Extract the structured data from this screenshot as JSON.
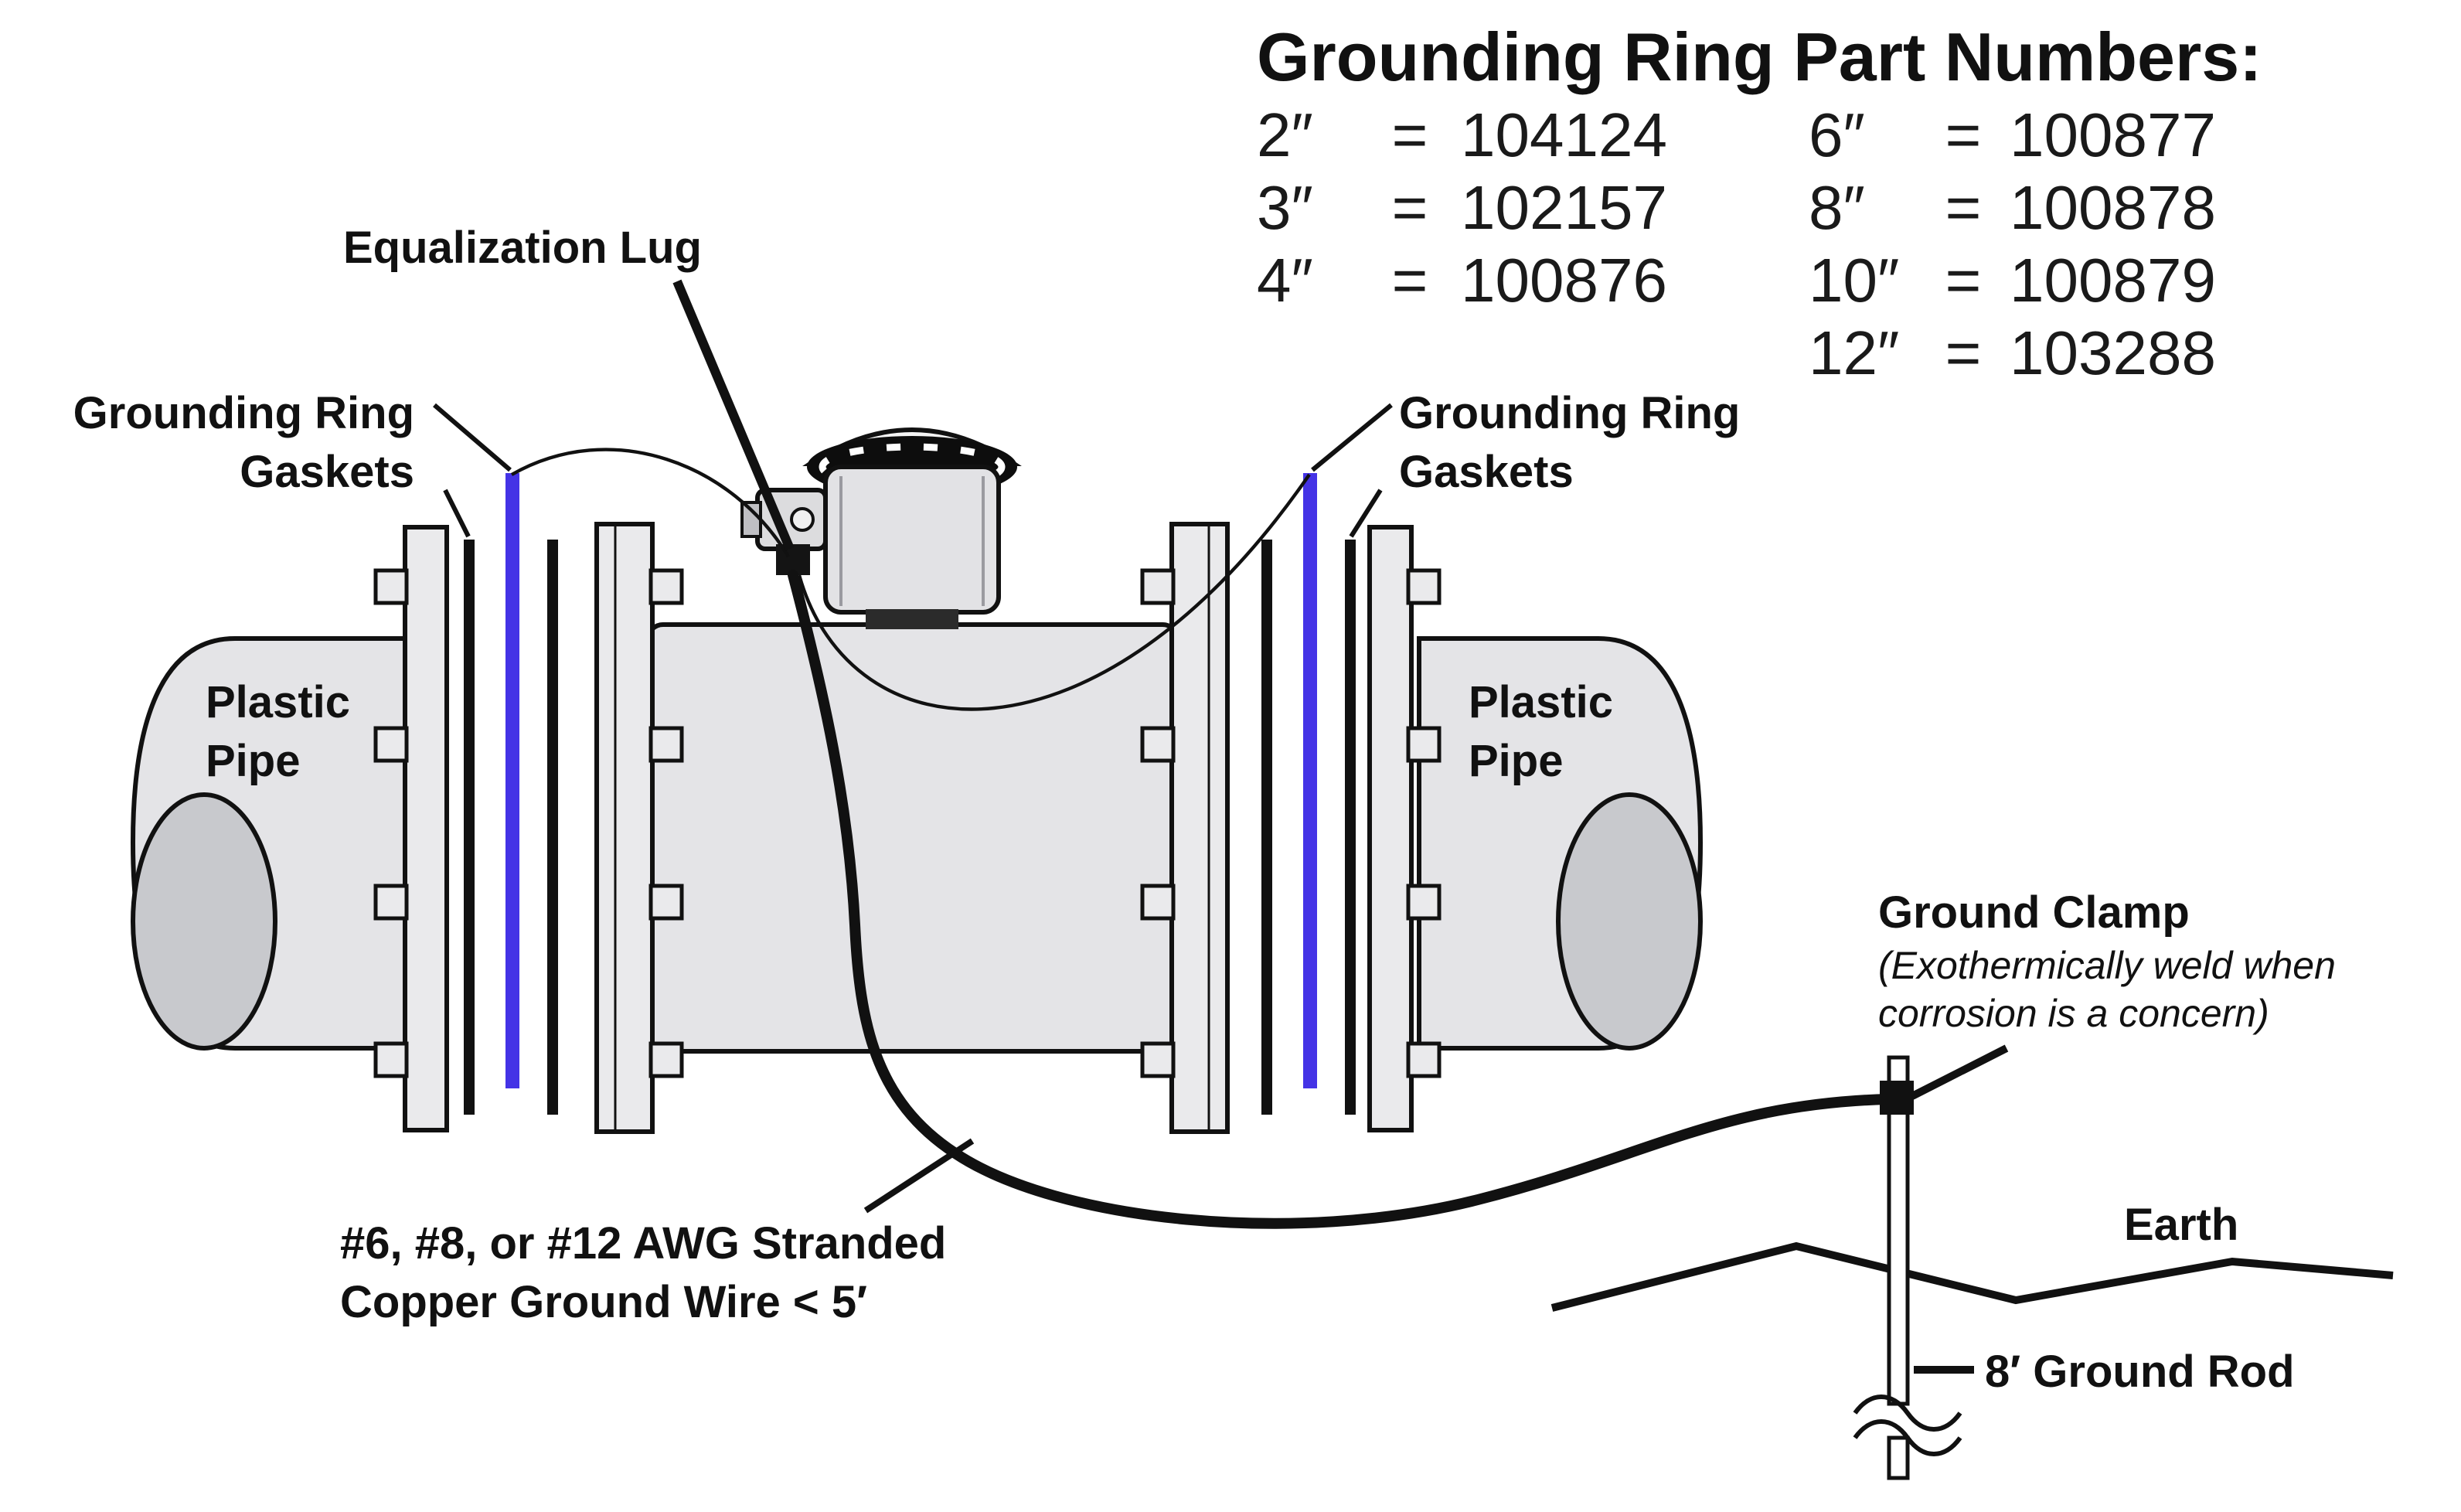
{
  "colors": {
    "grounding_ring_blue": "#4433e6",
    "pipe_gray": "#e4e4e7",
    "pipe_end_gray": "#c8c9cd",
    "line_black": "#111111"
  },
  "part_numbers": {
    "title": "Grounding Ring Part Numbers:",
    "col1": [
      {
        "size": "2″",
        "eq": "=",
        "number": "104124"
      },
      {
        "size": "3″",
        "eq": "=",
        "number": "102157"
      },
      {
        "size": "4″",
        "eq": "=",
        "number": "100876"
      }
    ],
    "col2": [
      {
        "size": "6″",
        "eq": "=",
        "number": "100877"
      },
      {
        "size": "8″",
        "eq": "=",
        "number": "100878"
      },
      {
        "size": "10″",
        "eq": "=",
        "number": "100879"
      },
      {
        "size": "12″",
        "eq": "=",
        "number": "103288"
      }
    ]
  },
  "labels": {
    "equalization_lug": "Equalization Lug",
    "grounding_ring_gaskets_line1": "Grounding Ring",
    "grounding_ring_gaskets_line2": "Gaskets",
    "plastic_pipe_line1": "Plastic",
    "plastic_pipe_line2": "Pipe",
    "ground_clamp": "Ground Clamp",
    "ground_clamp_note_line1": "(Exothermically weld when",
    "ground_clamp_note_line2": "corrosion is a concern)",
    "earth": "Earth",
    "ground_rod": "8′ Ground Rod",
    "ground_wire_line1": "#6, #8, or #12 AWG Stranded",
    "ground_wire_line2": "Copper Ground Wire < 5′"
  }
}
